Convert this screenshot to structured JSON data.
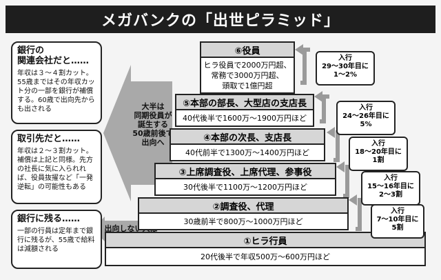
{
  "title": "メガバンクの「出世ピラミッド」",
  "side_boxes": [
    {
      "heading": "銀行の\n関連会社だと……",
      "body": "年収は３～４割カット。55歳まではその年収カット分の一部を銀行が補償する。60歳で出向先からも出される"
    },
    {
      "heading": "取引先だと……",
      "body": "年収は２～３割カット。補償は上記と同様。先方の社長に気に入られれば、役員抜擢など「一発逆転」の可能性もある"
    },
    {
      "heading": "銀行に残る……",
      "body": "一部の行員は定年まで銀行に残るが、55歳で給料は減額される"
    }
  ],
  "big_arrow_text": "大半は\n同期役員が\n誕生する\n50歳前後で\n出向へ",
  "no_transfer_text": "出向しない人は",
  "tiers": [
    {
      "name": "⑥役員",
      "desc": [
        "ヒラ役員で2000万円超、",
        "常務で3000万円超、",
        "頭取で1億円超"
      ]
    },
    {
      "name": "⑤本部の部長、大型店の支店長",
      "desc": [
        "40代後半で1600万～1900万円ほど"
      ]
    },
    {
      "name": "④本部の次長、支店長",
      "desc": [
        "40代前半で1300万～1400万円ほど"
      ]
    },
    {
      "name": "③上席調査役、上席代理、参事役",
      "desc": [
        "30代後半で1100万～1200万円ほど"
      ]
    },
    {
      "name": "②調査役、代理",
      "desc": [
        "30歳前半で800万～1000万円ほど"
      ]
    },
    {
      "name": "①ヒラ行員",
      "desc": [
        "20代後半で年収500万～600万円ほど"
      ]
    }
  ],
  "entry_tags": [
    "入行\n29～30年目に\n1～2%",
    "入行\n24～26年目に\n5%",
    "入行\n18～20年目に\n1割",
    "入行\n15～16年目に\n2～3割",
    "入行\n7～10年目に\n5割"
  ],
  "colors": {
    "title_bg": "#1e1e1e",
    "tier_head": "#d6d6d6",
    "arrow": "#a9a9a9",
    "border": "#222222"
  }
}
